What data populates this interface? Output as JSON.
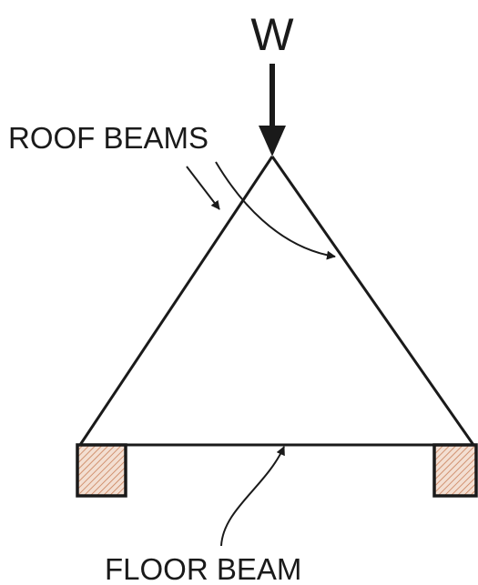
{
  "labels": {
    "load": "W",
    "roof_beams": "ROOF BEAMS",
    "floor_beam": "FLOOR BEAM"
  },
  "colors": {
    "line": "#1a1a1a",
    "support_fill": "#f3dfd2",
    "support_hatch": "#c9805a"
  }
}
